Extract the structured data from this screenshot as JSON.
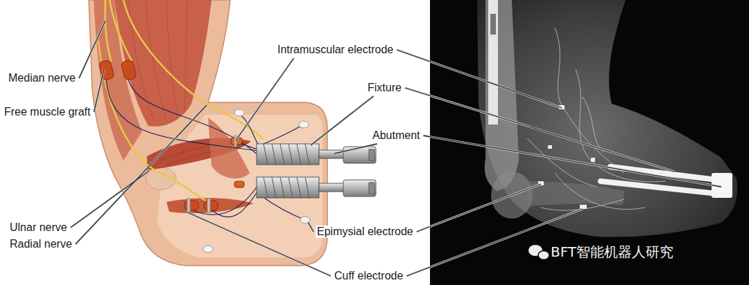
{
  "diagram": {
    "labels": [
      "Median nerve",
      "Free muscle graft",
      "Intramuscular electrode",
      "Fixture",
      "Abutment",
      "Ulnar nerve",
      "Radial nerve",
      "Epimysial electrode",
      "Cuff electrode",
      "BFT智能机器人研究"
    ]
  }
}
